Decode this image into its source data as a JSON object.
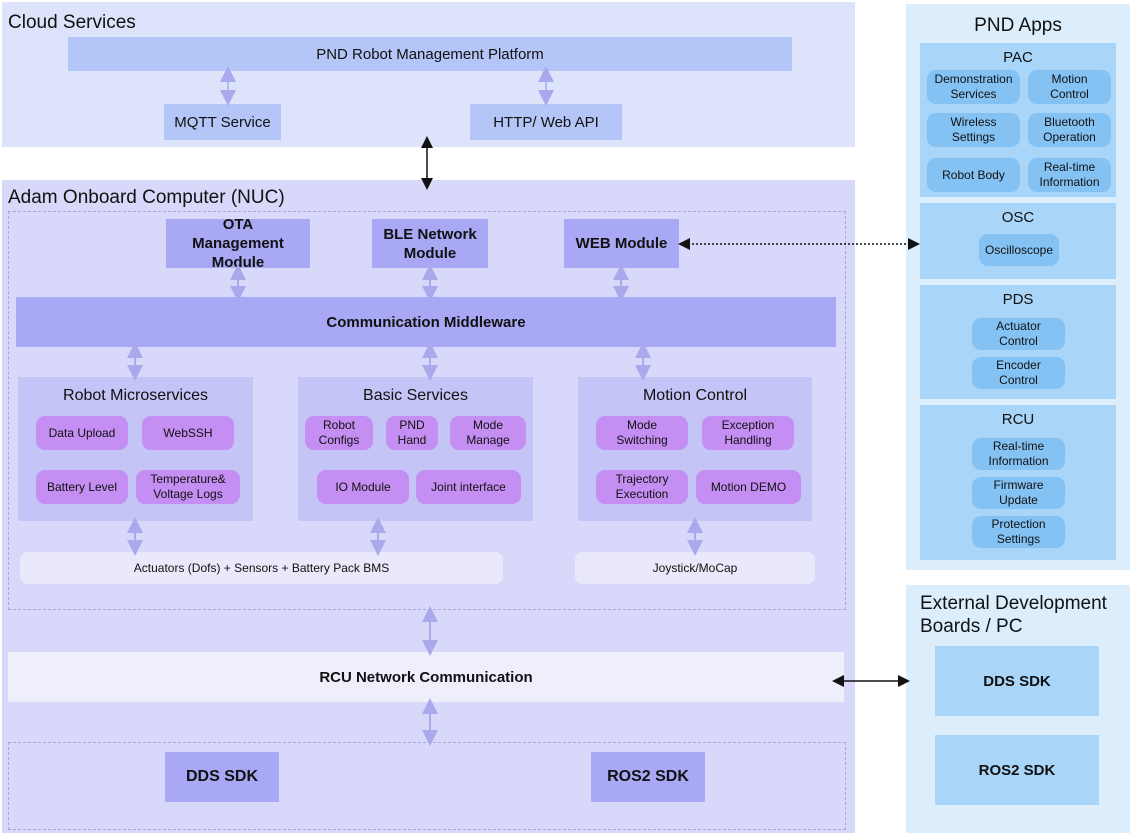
{
  "cloud": {
    "title": "Cloud Services",
    "platform": "PND Robot Management Platform",
    "mqtt": "MQTT Service",
    "http": "HTTP/ Web API"
  },
  "nuc": {
    "title": "Adam Onboard Computer (NUC)",
    "ota": "OTA Management Module",
    "ble": "BLE Network Module",
    "web": "WEB Module",
    "middleware": "Communication Middleware",
    "robot_micro": {
      "title": "Robot Microservices",
      "items": [
        "Data Upload",
        "WebSSH",
        "Battery Level",
        "Temperature& Voltage Logs"
      ]
    },
    "basic": {
      "title": "Basic Services",
      "items": [
        "Robot Configs",
        "PND Hand",
        "Mode Manage",
        "IO Module",
        "Joint interface"
      ]
    },
    "motion": {
      "title": "Motion Control",
      "items": [
        "Mode Switching",
        "Exception Handling",
        "Trajectory Execution",
        "Motion DEMO"
      ]
    },
    "actuators": "Actuators (Dofs) + Sensors + Battery Pack BMS",
    "joystick": "Joystick/MoCap",
    "rcu_comm": "RCU Network Communication",
    "dds": "DDS SDK",
    "ros2": "ROS2 SDK"
  },
  "apps": {
    "title": "PND Apps",
    "pac": {
      "title": "PAC",
      "items": [
        "Demonstration Services",
        "Motion Control",
        "Wireless Settings",
        "Bluetooth Operation",
        "Robot Body",
        "Real-time Information"
      ]
    },
    "osc": {
      "title": "OSC",
      "items": [
        "Oscilloscope"
      ]
    },
    "pds": {
      "title": "PDS",
      "items": [
        "Actuator Control",
        "Encoder Control"
      ]
    },
    "rcu": {
      "title": "RCU",
      "items": [
        "Real-time Information",
        "Firmware Update",
        "Protection Settings"
      ]
    }
  },
  "external": {
    "title_line1": "External Development",
    "title_line2": "Boards / PC",
    "dds": "DDS SDK",
    "ros2": "ROS2 SDK"
  }
}
